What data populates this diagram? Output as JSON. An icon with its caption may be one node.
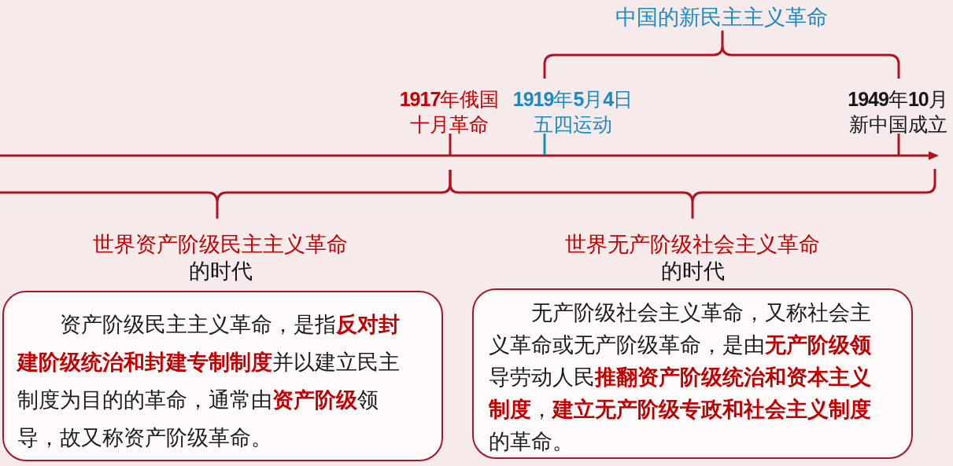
{
  "diagram": {
    "nodes": [
      {
        "text": [
          "资产阶级民主主义革命，是指**反对封建阶级统治和封建专制制度**并以建立民主制度为目的的革命，通常由**资产阶级**领导，故又称资产阶级革命。"
        ]
      },
      {
        "text": [
          "无产阶级社会主义革命，又称社会主义革命或无产阶级革命，是由**无产阶级领**导劳动人民**推翻资产阶级统治和资本主义制度**，**建立无产阶级专政和社会主义制度**的革命。"
        ]
      }
    ],
    "labels": [
      "中国的新民主主义革命",
      "**1917**年俄国十月革命",
      "**1919**年**5**月**4**日五四运动",
      "**1949**年**10**月新中国成立",
      "世界资产阶级民主主义革命",
      "的时代",
      "世界无产阶级社会主义革命",
      "的时代"
    ]
  }
}
